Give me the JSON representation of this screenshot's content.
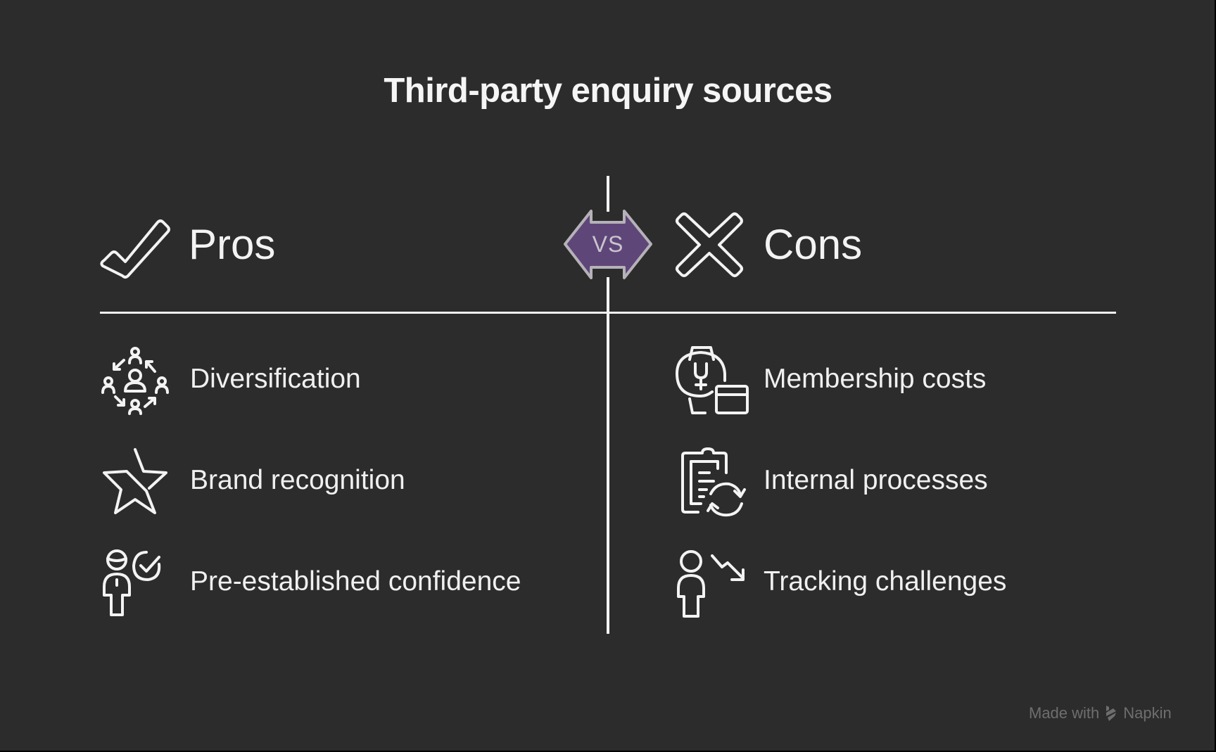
{
  "title": "Third-party enquiry sources",
  "vs_label": "VS",
  "colors": {
    "background": "#2c2c2c",
    "foreground": "#f3f3f3",
    "vs_fill": "#5f4679",
    "vs_stroke": "#b5b2b8",
    "footer_text": "#6e6e6e"
  },
  "pros": {
    "heading": "Pros",
    "icon": "checkmark-icon",
    "items": [
      {
        "label": "Diversification",
        "icon": "people-cycle-icon"
      },
      {
        "label": "Brand recognition",
        "icon": "star-icon"
      },
      {
        "label": "Pre-established confidence",
        "icon": "person-check-icon"
      }
    ]
  },
  "cons": {
    "heading": "Cons",
    "icon": "x-cross-icon",
    "items": [
      {
        "label": "Membership costs",
        "icon": "watch-card-icon"
      },
      {
        "label": "Internal processes",
        "icon": "clipboard-refresh-icon"
      },
      {
        "label": "Tracking challenges",
        "icon": "person-trend-down-icon"
      }
    ]
  },
  "footer": {
    "made_with": "Made with",
    "brand": "Napkin",
    "icon": "napkin-logo-icon"
  }
}
